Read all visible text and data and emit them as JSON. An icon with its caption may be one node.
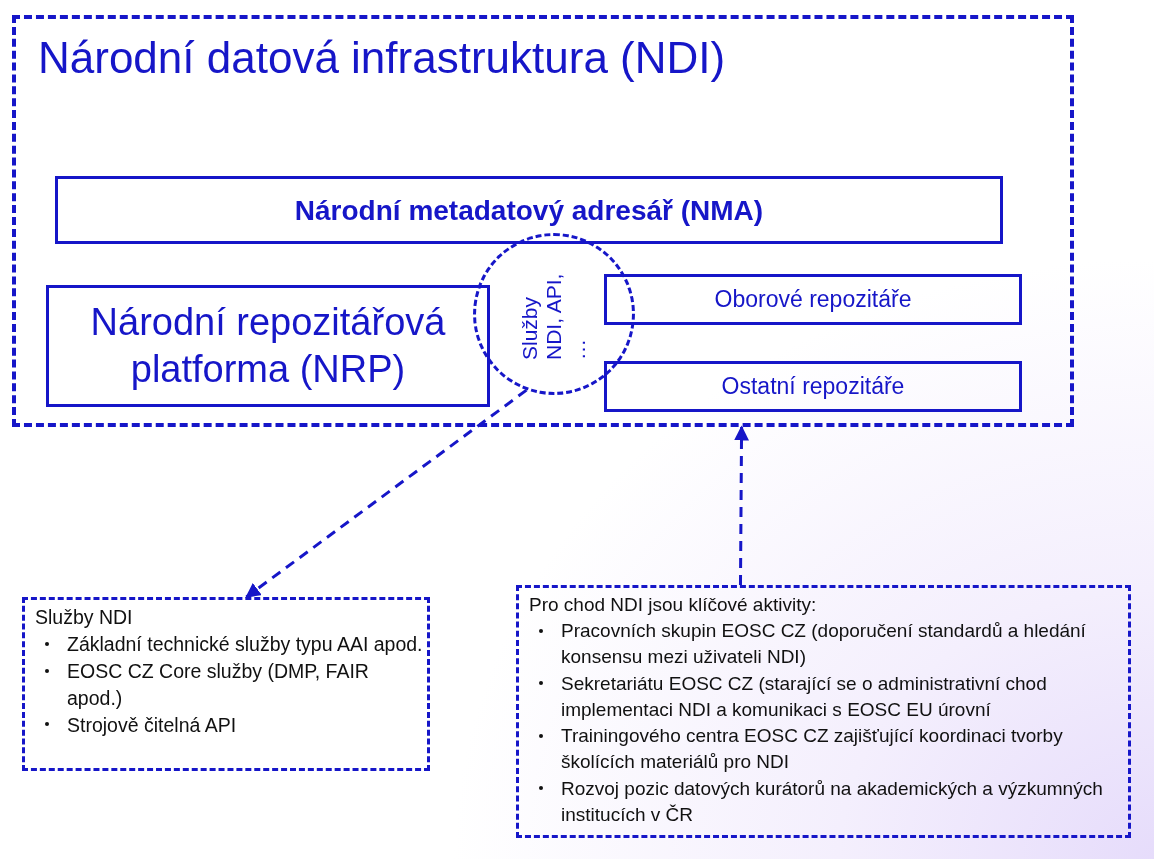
{
  "diagram": {
    "nodes": [
      {
        "text": [
          "Národní datová infrastruktura (NDI)"
        ]
      },
      {
        "text": [
          "Národní metadatový adresář (NMA)"
        ],
        "in": 0
      },
      {
        "text": [
          "Národní repozitářová platforma (NRP)"
        ],
        "in": 0
      },
      {
        "text": [
          "Služby NDI, API, …"
        ],
        "in": 0
      },
      {
        "text": [
          "Oborové repozitáře"
        ],
        "in": 0
      },
      {
        "text": [
          "Ostatní repozitáře"
        ],
        "in": 0
      },
      {
        "text": [
          "Služby NDI",
          "Základní technické služby typu AAI apod.",
          "EOSC CZ Core služby (DMP, FAIR apod.)",
          "Strojově čitelná API"
        ]
      },
      {
        "text": [
          "Pro chod NDI jsou klíčové aktivity:",
          "Pracovních skupin EOSC CZ (doporučení standardů a hledání konsensu mezi uživateli NDI)",
          "Sekretariátu EOSC CZ (starající se o administrativní chod implementaci NDI a komunikaci s EOSC EU úrovní",
          "Trainingového centra EOSC CZ zajišťující koordinaci tvorby školících materiálů pro NDI",
          "Rozvoj pozic datových kurátorů na akademických a výzkumných institucích v ČR"
        ]
      }
    ],
    "edges": [
      {
        "from": 3,
        "to": 6,
        "arrow": "to",
        "style": "dashed"
      },
      {
        "from": 7,
        "to": 0,
        "arrow": "to",
        "style": "dashed"
      }
    ]
  }
}
